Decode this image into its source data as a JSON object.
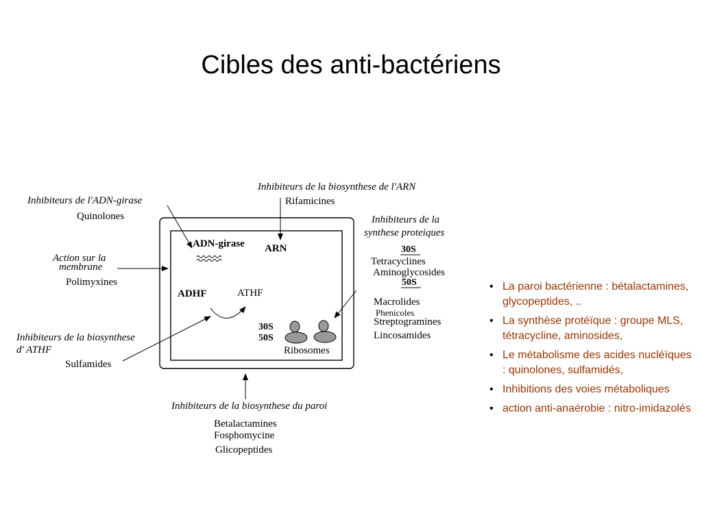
{
  "title": "Cibles des anti-bactériens",
  "diagram": {
    "adn_girase_group": {
      "heading": "Inhibiteurs de l'ADN-girase",
      "drug": "Quinolones"
    },
    "arn_group": {
      "heading": "Inhibiteurs de la biosynthese de l'ARN",
      "drug": "Rifamicines"
    },
    "membrane_group": {
      "heading_line1": "Action sur la",
      "heading_line2": "membrane",
      "drug": "Polimyxines"
    },
    "proteique_group": {
      "heading_line1": "Inhibiteurs de la",
      "heading_line2": "synthese proteiques",
      "sub30": "30S",
      "drugs30": [
        "Tetracyclines",
        "Aminoglycosides"
      ],
      "sub50": "50S",
      "drugs50": [
        "Macrolides",
        "Phenicoles",
        "Streptogramines",
        "Lincosamides"
      ]
    },
    "athf_group": {
      "heading_line1": "Inhibiteurs de la biosynthese",
      "heading_line2": "d' ATHF",
      "drug": "Sulfamides"
    },
    "paroi_group": {
      "heading": "Inhibiteurs de la biosynthese du paroi",
      "drugs": [
        "Betalactamines",
        "Fosphomycine",
        "Glicopeptides"
      ]
    },
    "cell": {
      "adn_girase": "ADN-girase",
      "arn": "ARN",
      "adhf": "ADHF",
      "athf": "ATHF",
      "s30": "30S",
      "s50": "50S",
      "ribosomes": "Ribosomes"
    }
  },
  "bullets": [
    "La paroi bactérienne : bétalactamines, glycopeptides, ..",
    " La synthèse protéïque : groupe MLS, tétracycline, aminosides,",
    " Le métabolisme des acides nucléïques : quinolones, sulfamidés,",
    " Inhibitions des voies métaboliques",
    " action anti-anaérobie : nitro-imidazolés"
  ],
  "colors": {
    "bullet_text": "#993300",
    "diagram": "#000000"
  }
}
